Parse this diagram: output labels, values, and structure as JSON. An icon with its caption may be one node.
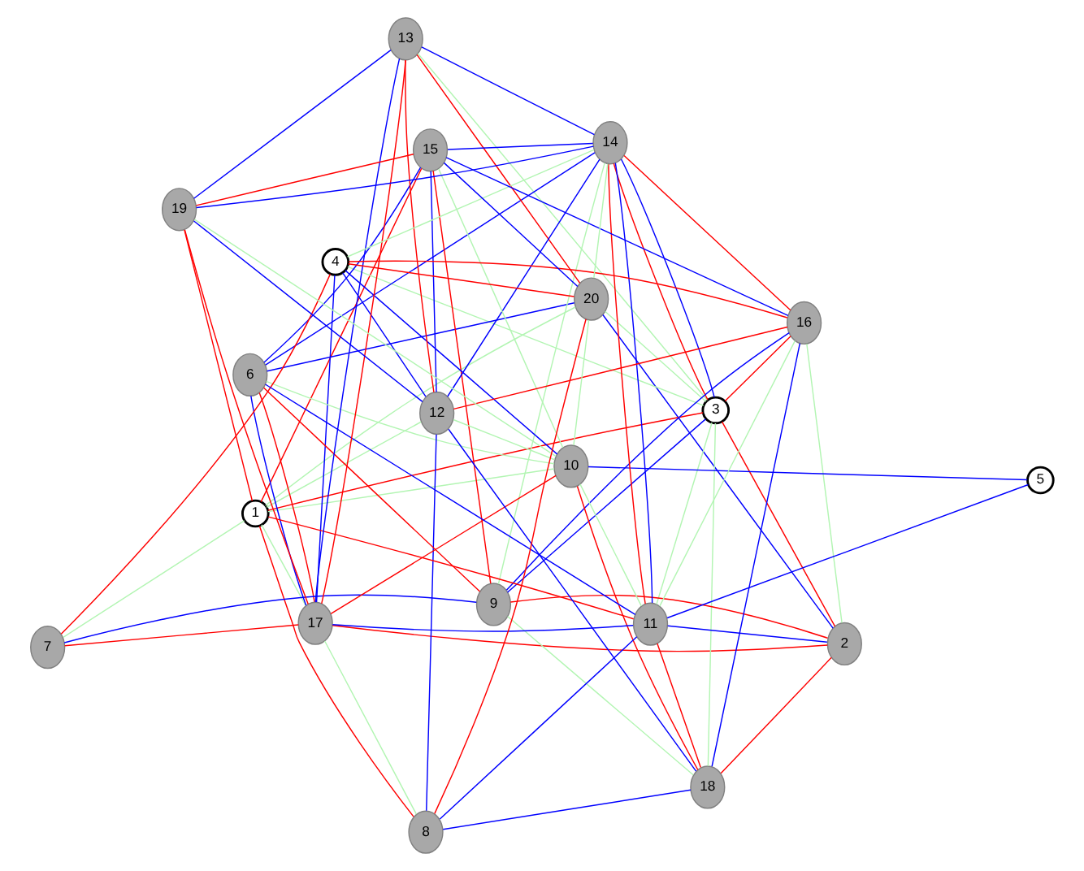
{
  "diagram": {
    "nodes": [
      {
        "text": [
          "1"
        ]
      },
      {
        "text": [
          "2"
        ]
      },
      {
        "text": [
          "3"
        ]
      },
      {
        "text": [
          "4"
        ]
      },
      {
        "text": [
          "5"
        ]
      },
      {
        "text": [
          "6"
        ]
      },
      {
        "text": [
          "7"
        ]
      },
      {
        "text": [
          "8"
        ]
      },
      {
        "text": [
          "9"
        ]
      },
      {
        "text": [
          "10"
        ]
      },
      {
        "text": [
          "11"
        ]
      },
      {
        "text": [
          "12"
        ]
      },
      {
        "text": [
          "13"
        ]
      },
      {
        "text": [
          "14"
        ]
      },
      {
        "text": [
          "15"
        ]
      },
      {
        "text": [
          "16"
        ]
      },
      {
        "text": [
          "17"
        ]
      },
      {
        "text": [
          "18"
        ]
      },
      {
        "text": [
          "19"
        ]
      },
      {
        "text": [
          "20"
        ]
      }
    ],
    "edges": [
      {
        "from": 2,
        "to": 1,
        "arrow": "none",
        "color": "#ff0000"
      },
      {
        "from": 2,
        "to": 0,
        "arrow": "none",
        "color": "#ff0000"
      },
      {
        "from": 2,
        "to": 13,
        "arrow": "none",
        "color": "#ff0000"
      },
      {
        "from": 2,
        "to": 15,
        "arrow": "none",
        "color": "#ff0000"
      },
      {
        "from": 0,
        "to": 14,
        "arrow": "none",
        "color": "#ff0000"
      },
      {
        "from": 0,
        "to": 7,
        "arrow": "none",
        "color": "#ff0000"
      },
      {
        "from": 18,
        "to": 0,
        "arrow": "none",
        "color": "#ff0000"
      },
      {
        "from": 10,
        "to": 0,
        "arrow": "none",
        "color": "#ff0000"
      },
      {
        "from": 8,
        "to": 1,
        "arrow": "none",
        "color": "#ff0000"
      },
      {
        "from": 8,
        "to": 5,
        "arrow": "none",
        "color": "#ff0000"
      },
      {
        "from": 8,
        "to": 14,
        "arrow": "none",
        "color": "#ff0000"
      },
      {
        "from": 1,
        "to": 16,
        "arrow": "none",
        "color": "#ff0000"
      },
      {
        "from": 1,
        "to": 17,
        "arrow": "none",
        "color": "#ff0000"
      },
      {
        "from": 12,
        "to": 16,
        "arrow": "none",
        "color": "#ff0000"
      },
      {
        "from": 12,
        "to": 11,
        "arrow": "none",
        "color": "#ff0000"
      },
      {
        "from": 12,
        "to": 19,
        "arrow": "none",
        "color": "#ff0000"
      },
      {
        "from": 10,
        "to": 13,
        "arrow": "none",
        "color": "#ff0000"
      },
      {
        "from": 10,
        "to": 17,
        "arrow": "none",
        "color": "#ff0000"
      },
      {
        "from": 19,
        "to": 7,
        "arrow": "none",
        "color": "#ff0000"
      },
      {
        "from": 19,
        "to": 3,
        "arrow": "none",
        "color": "#ff0000"
      },
      {
        "from": 15,
        "to": 13,
        "arrow": "none",
        "color": "#ff0000"
      },
      {
        "from": 15,
        "to": 11,
        "arrow": "none",
        "color": "#ff0000"
      },
      {
        "from": 15,
        "to": 3,
        "arrow": "none",
        "color": "#ff0000"
      },
      {
        "from": 9,
        "to": 16,
        "arrow": "none",
        "color": "#ff0000"
      },
      {
        "from": 9,
        "to": 17,
        "arrow": "none",
        "color": "#ff0000"
      },
      {
        "from": 6,
        "to": 16,
        "arrow": "none",
        "color": "#ff0000"
      },
      {
        "from": 6,
        "to": 3,
        "arrow": "none",
        "color": "#ff0000"
      },
      {
        "from": 5,
        "to": 16,
        "arrow": "none",
        "color": "#ff0000"
      },
      {
        "from": 18,
        "to": 14,
        "arrow": "none",
        "color": "#ff0000"
      },
      {
        "from": 18,
        "to": 16,
        "arrow": "none",
        "color": "#ff0000"
      },
      {
        "from": 12,
        "to": 18,
        "arrow": "none",
        "color": "#0000ff"
      },
      {
        "from": 12,
        "to": 16,
        "arrow": "none",
        "color": "#0000ff"
      },
      {
        "from": 12,
        "to": 13,
        "arrow": "none",
        "color": "#0000ff"
      },
      {
        "from": 10,
        "to": 1,
        "arrow": "none",
        "color": "#0000ff"
      },
      {
        "from": 10,
        "to": 5,
        "arrow": "none",
        "color": "#0000ff"
      },
      {
        "from": 10,
        "to": 7,
        "arrow": "none",
        "color": "#0000ff"
      },
      {
        "from": 10,
        "to": 13,
        "arrow": "none",
        "color": "#0000ff"
      },
      {
        "from": 10,
        "to": 16,
        "arrow": "none",
        "color": "#0000ff"
      },
      {
        "from": 10,
        "to": 4,
        "arrow": "none",
        "color": "#0000ff"
      },
      {
        "from": 1,
        "to": 19,
        "arrow": "none",
        "color": "#0000ff"
      },
      {
        "from": 5,
        "to": 19,
        "arrow": "none",
        "color": "#0000ff"
      },
      {
        "from": 5,
        "to": 13,
        "arrow": "none",
        "color": "#0000ff"
      },
      {
        "from": 5,
        "to": 14,
        "arrow": "none",
        "color": "#0000ff"
      },
      {
        "from": 5,
        "to": 16,
        "arrow": "none",
        "color": "#0000ff"
      },
      {
        "from": 8,
        "to": 2,
        "arrow": "none",
        "color": "#0000ff"
      },
      {
        "from": 8,
        "to": 15,
        "arrow": "none",
        "color": "#0000ff"
      },
      {
        "from": 8,
        "to": 6,
        "arrow": "none",
        "color": "#0000ff"
      },
      {
        "from": 7,
        "to": 11,
        "arrow": "none",
        "color": "#0000ff"
      },
      {
        "from": 7,
        "to": 17,
        "arrow": "none",
        "color": "#0000ff"
      },
      {
        "from": 2,
        "to": 13,
        "arrow": "none",
        "color": "#0000ff"
      },
      {
        "from": 13,
        "to": 14,
        "arrow": "none",
        "color": "#0000ff"
      },
      {
        "from": 13,
        "to": 11,
        "arrow": "none",
        "color": "#0000ff"
      },
      {
        "from": 11,
        "to": 14,
        "arrow": "none",
        "color": "#0000ff"
      },
      {
        "from": 11,
        "to": 17,
        "arrow": "none",
        "color": "#0000ff"
      },
      {
        "from": 15,
        "to": 14,
        "arrow": "none",
        "color": "#0000ff"
      },
      {
        "from": 15,
        "to": 17,
        "arrow": "none",
        "color": "#0000ff"
      },
      {
        "from": 9,
        "to": 3,
        "arrow": "none",
        "color": "#0000ff"
      },
      {
        "from": 9,
        "to": 4,
        "arrow": "none",
        "color": "#0000ff"
      },
      {
        "from": 18,
        "to": 13,
        "arrow": "none",
        "color": "#0000ff"
      },
      {
        "from": 18,
        "to": 11,
        "arrow": "none",
        "color": "#0000ff"
      },
      {
        "from": 19,
        "to": 14,
        "arrow": "none",
        "color": "#0000ff"
      },
      {
        "from": 3,
        "to": 11,
        "arrow": "none",
        "color": "#0000ff"
      },
      {
        "from": 3,
        "to": 16,
        "arrow": "none",
        "color": "#0000ff"
      },
      {
        "from": 2,
        "to": 12,
        "arrow": "none",
        "color": "#b3f5b3"
      },
      {
        "from": 2,
        "to": 10,
        "arrow": "none",
        "color": "#b3f5b3"
      },
      {
        "from": 2,
        "to": 19,
        "arrow": "none",
        "color": "#b3f5b3"
      },
      {
        "from": 2,
        "to": 17,
        "arrow": "none",
        "color": "#b3f5b3"
      },
      {
        "from": 2,
        "to": 3,
        "arrow": "none",
        "color": "#b3f5b3"
      },
      {
        "from": 0,
        "to": 11,
        "arrow": "none",
        "color": "#b3f5b3"
      },
      {
        "from": 0,
        "to": 6,
        "arrow": "none",
        "color": "#b3f5b3"
      },
      {
        "from": 0,
        "to": 16,
        "arrow": "none",
        "color": "#b3f5b3"
      },
      {
        "from": 0,
        "to": 9,
        "arrow": "none",
        "color": "#b3f5b3"
      },
      {
        "from": 0,
        "to": 19,
        "arrow": "none",
        "color": "#b3f5b3"
      },
      {
        "from": 10,
        "to": 9,
        "arrow": "none",
        "color": "#b3f5b3"
      },
      {
        "from": 10,
        "to": 15,
        "arrow": "none",
        "color": "#b3f5b3"
      },
      {
        "from": 19,
        "to": 9,
        "arrow": "none",
        "color": "#b3f5b3"
      },
      {
        "from": 19,
        "to": 13,
        "arrow": "none",
        "color": "#b3f5b3"
      },
      {
        "from": 18,
        "to": 9,
        "arrow": "none",
        "color": "#b3f5b3"
      },
      {
        "from": 5,
        "to": 9,
        "arrow": "none",
        "color": "#b3f5b3"
      },
      {
        "from": 13,
        "to": 3,
        "arrow": "none",
        "color": "#b3f5b3"
      },
      {
        "from": 14,
        "to": 9,
        "arrow": "none",
        "color": "#b3f5b3"
      },
      {
        "from": 8,
        "to": 13,
        "arrow": "none",
        "color": "#b3f5b3"
      },
      {
        "from": 8,
        "to": 17,
        "arrow": "none",
        "color": "#b3f5b3"
      },
      {
        "from": 7,
        "to": 16,
        "arrow": "none",
        "color": "#b3f5b3"
      },
      {
        "from": 11,
        "to": 9,
        "arrow": "none",
        "color": "#b3f5b3"
      },
      {
        "from": 1,
        "to": 15,
        "arrow": "none",
        "color": "#b3f5b3"
      }
    ]
  }
}
